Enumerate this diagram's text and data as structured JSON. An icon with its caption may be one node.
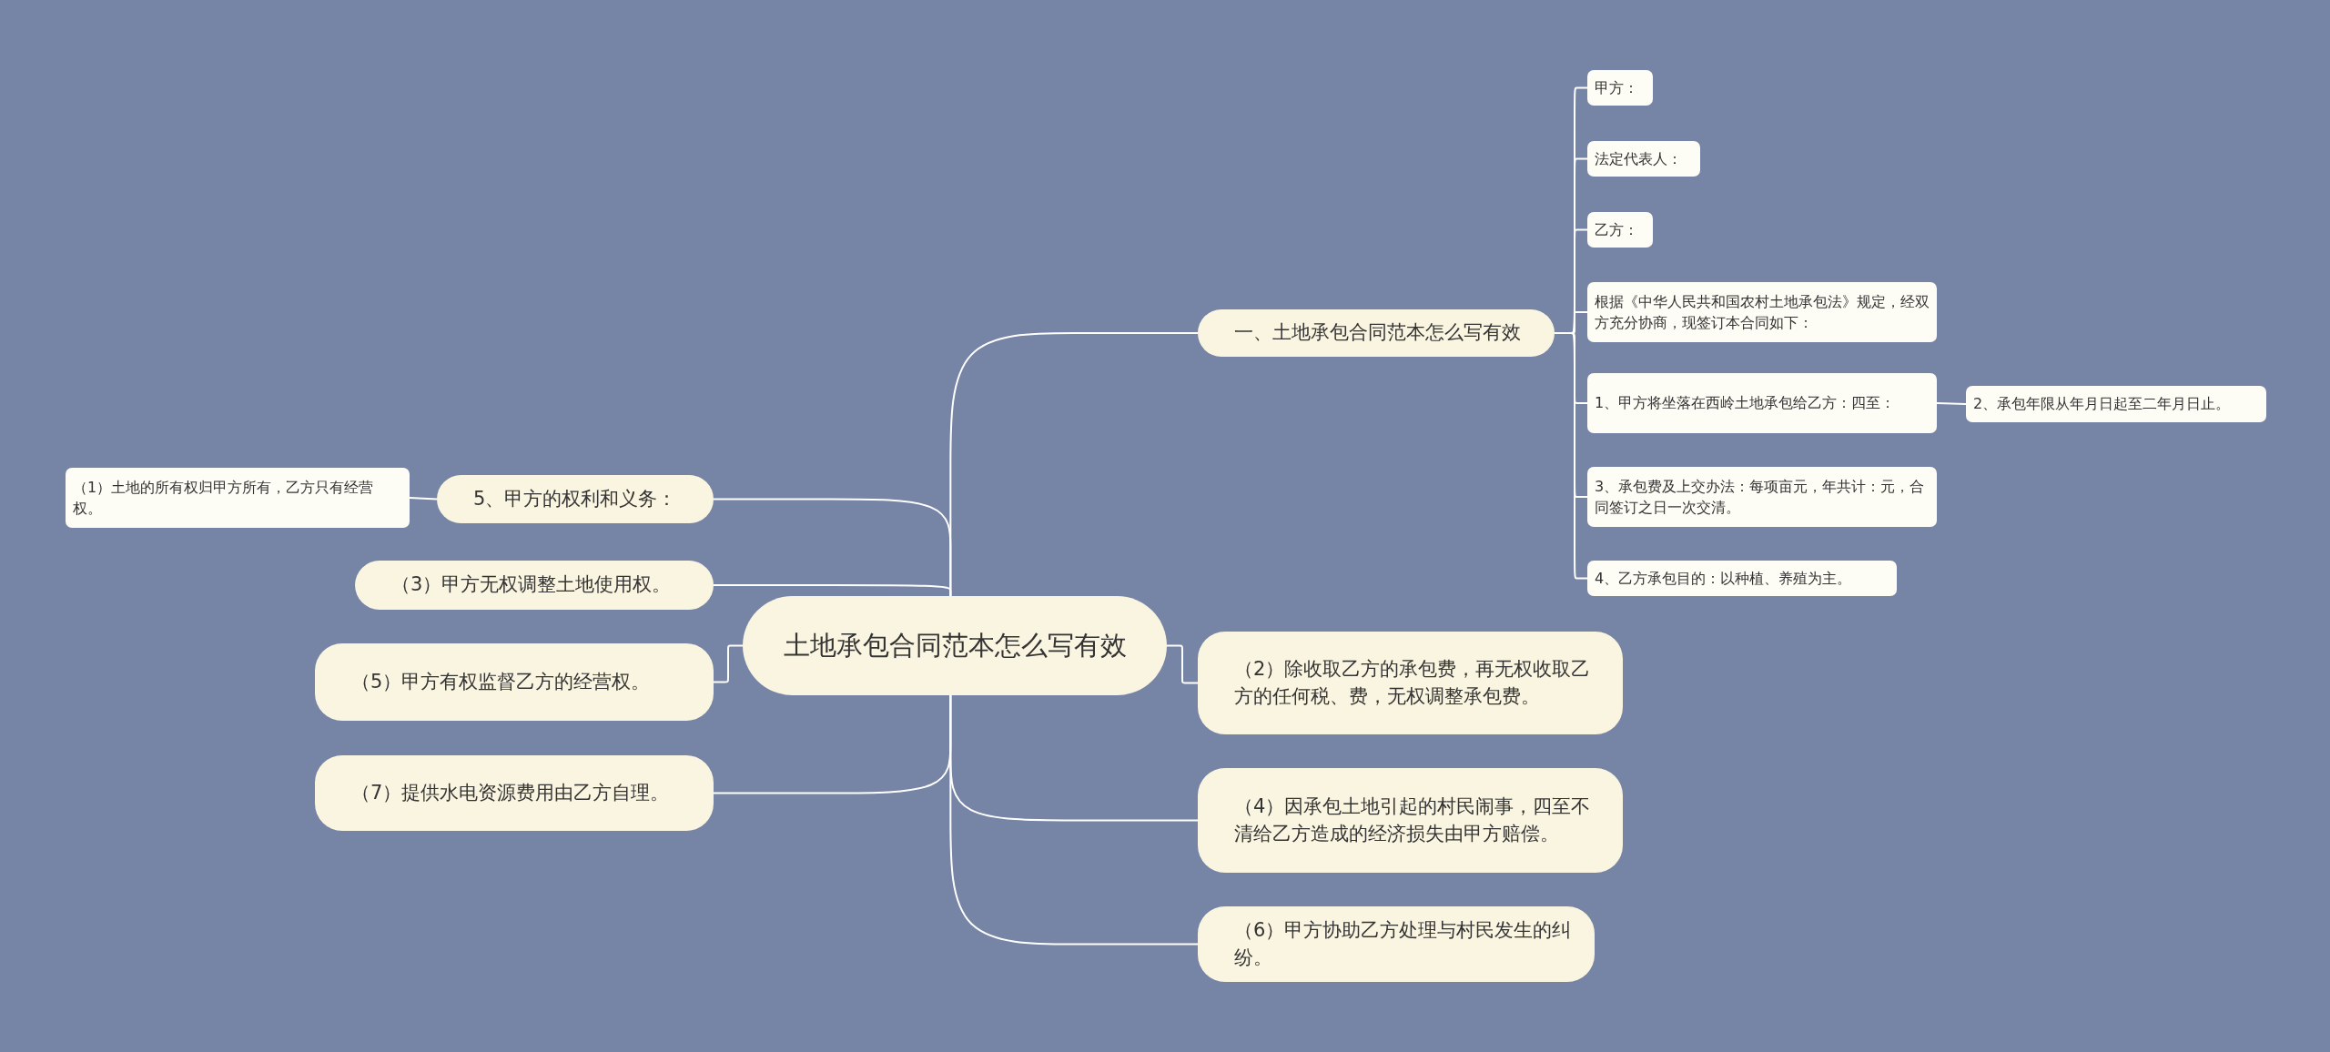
{
  "diagram": {
    "nodes": [
      {
        "text": [
          "土地承包合同范本怎么写有效"
        ]
      },
      {
        "text": [
          "一、土地承包合同范本怎么写有效"
        ]
      },
      {
        "text": [
          "甲方："
        ]
      },
      {
        "text": [
          "法定代表人："
        ]
      },
      {
        "text": [
          "乙方："
        ]
      },
      {
        "text": [
          "根据《中华人民共和国农村土地承包法》规定，经双方充分协商，现签订本合同如下："
        ]
      },
      {
        "text": [
          "1、甲方将坐落在西岭土地承包给乙方：四至："
        ]
      },
      {
        "text": [
          "2、承包年限从年月日起至二年月日止。"
        ]
      },
      {
        "text": [
          "3、承包费及上交办法：每项亩元，年共计：元，合同签订之日一次交清。"
        ]
      },
      {
        "text": [
          "4、乙方承包目的：以种植、养殖为主。"
        ]
      },
      {
        "text": [
          "5、甲方的权利和义务："
        ]
      },
      {
        "text": [
          "（1）土地的所有权归甲方所有，乙方只有经营权。"
        ]
      },
      {
        "text": [
          "（3）甲方无权调整土地使用权。"
        ]
      },
      {
        "text": [
          "（5）甲方有权监督乙方的经营权。"
        ]
      },
      {
        "text": [
          "（7）提供水电资源费用由乙方自理。"
        ]
      },
      {
        "text": [
          "（2）除收取乙方的承包费，再无权收取乙方的任何税、费，无权调整承包费。"
        ]
      },
      {
        "text": [
          "（4）因承包土地引起的村民闹事，四至不清给乙方造成的经济损失由甲方赔偿。"
        ]
      },
      {
        "text": [
          "（6）甲方协助乙方处理与村民发生的纠纷。"
        ]
      }
    ],
    "edges": [
      {
        "from": 0,
        "to": 1,
        "arrow": "none"
      },
      {
        "from": 1,
        "to": 2,
        "arrow": "none"
      },
      {
        "from": 1,
        "to": 3,
        "arrow": "none"
      },
      {
        "from": 1,
        "to": 4,
        "arrow": "none"
      },
      {
        "from": 1,
        "to": 5,
        "arrow": "none"
      },
      {
        "from": 1,
        "to": 6,
        "arrow": "none"
      },
      {
        "from": 6,
        "to": 7,
        "arrow": "none"
      },
      {
        "from": 1,
        "to": 8,
        "arrow": "none"
      },
      {
        "from": 1,
        "to": 9,
        "arrow": "none"
      },
      {
        "from": 0,
        "to": 10,
        "arrow": "none"
      },
      {
        "from": 10,
        "to": 11,
        "arrow": "none"
      },
      {
        "from": 0,
        "to": 12,
        "arrow": "none"
      },
      {
        "from": 0,
        "to": 13,
        "arrow": "none"
      },
      {
        "from": 0,
        "to": 14,
        "arrow": "none"
      },
      {
        "from": 0,
        "to": 15,
        "arrow": "none"
      },
      {
        "from": 0,
        "to": 16,
        "arrow": "none"
      },
      {
        "from": 0,
        "to": 17,
        "arrow": "none"
      }
    ]
  }
}
